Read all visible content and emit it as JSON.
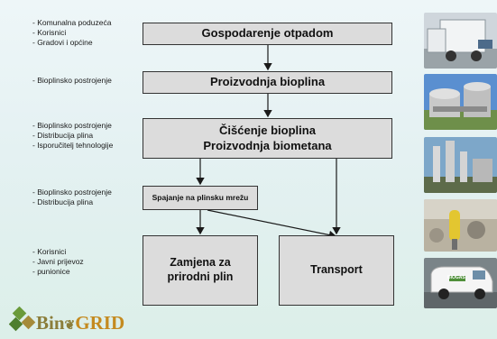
{
  "groups": [
    {
      "items": [
        "- Komunalna poduzeća",
        "- Korisnici",
        "- Gradovi i općine"
      ]
    },
    {
      "items": [
        "- Bioplinsko postrojenje"
      ]
    },
    {
      "items": [
        "- Bioplinsko postrojenje",
        "- Distribucija plina",
        "- Isporučitelj tehnologije"
      ]
    },
    {
      "items": [
        "- Bioplinsko postrojenje",
        "- Distribucija plina"
      ]
    },
    {
      "items": [
        "- Korisnici",
        "- Javni prijevoz",
        "- punionice"
      ]
    }
  ],
  "boxes": {
    "waste": "Gospodarenje otpadom",
    "production": "Proizvodnja bioplina",
    "purification_1": "Čišćenje bioplina",
    "purification_2": "Proizvodnja biometana",
    "grid": "Spajanje na plinsku mrežu",
    "replacement_1": "Zamjena za",
    "replacement_2": "prirodni plin",
    "transport": "Transport"
  },
  "logo": {
    "part1": "Bin",
    "part2": "GRID"
  },
  "photo_badge": "BIOGAS",
  "colors": {
    "box_fill": "#dcdcdc",
    "box_border": "#333333",
    "background": "#e6f2f3",
    "logo_green": "#6a9a3a",
    "logo_gold": "#c48a1f"
  }
}
